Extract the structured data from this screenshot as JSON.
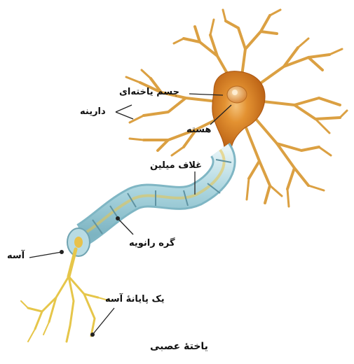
{
  "diagram": {
    "caption": "یاختهٔ عصبی",
    "labels": {
      "cell_body": "جسم یاخته‌ای",
      "dendrite": "دارینه",
      "nucleus": "هسته",
      "myelin_sheath": "غلاف میلین",
      "node_of_ranvier": "گره رانویه",
      "axon": "آسه",
      "axon_terminal": "یک پایانهٔ آسه"
    },
    "colors": {
      "soma": "#d9801f",
      "dendrite": "#dba042",
      "myelin": "#b7dde6",
      "axon": "#e6c64a",
      "leader": "#222222"
    }
  }
}
